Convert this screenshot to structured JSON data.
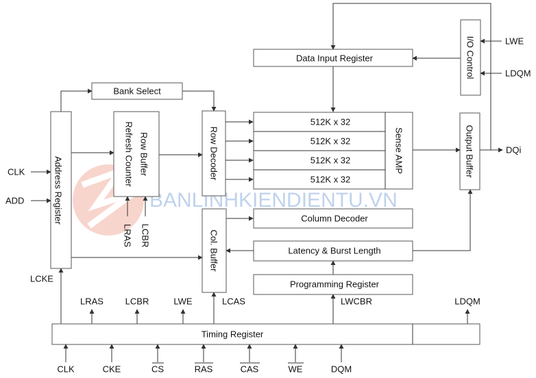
{
  "blocks": {
    "address_register": "Address Register",
    "bank_select": "Bank Select",
    "row_buffer": "Row Buffer",
    "refresh_counter": "Refresh Counter",
    "row_decoder": "Row Decoder",
    "col_buffer": "Col. Buffer",
    "data_input_register": "Data Input Register",
    "io_control": "I/O Control",
    "memory_banks": [
      "512K x 32",
      "512K x 32",
      "512K x 32",
      "512K x 32"
    ],
    "sense_amp": "Sense AMP",
    "output_buffer": "Output Buffer",
    "column_decoder": "Column Decoder",
    "latency_burst": "Latency & Burst Length",
    "programming_register": "Programming Register",
    "timing_register": "Timing Register"
  },
  "signals": {
    "clk_left": "CLK",
    "add_left": "ADD",
    "lcke": "LCKE",
    "lras_vertical": "LRAS",
    "lcbr_vertical": "LCBR",
    "lwe_right": "LWE",
    "ldqm_right": "LDQM",
    "dqi": "DQi",
    "timing_outputs": [
      "LRAS",
      "LCBR",
      "LWE",
      "LCAS",
      "LWCBR",
      "LDQM"
    ],
    "bottom_inputs": [
      "CLK",
      "CKE",
      "CS",
      "RAS",
      "CAS",
      "WE",
      "DQM"
    ]
  },
  "watermark": "BANLINHKIENDIENTU.VN",
  "colors": {
    "line": "#333333",
    "box_border": "#555555",
    "watermark": "#a9c3e6",
    "watermark_logo": "#f1a08d"
  }
}
